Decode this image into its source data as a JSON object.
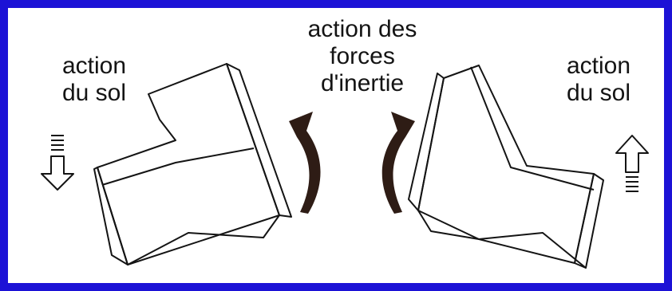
{
  "labels": {
    "left": [
      "action",
      "du sol"
    ],
    "center": [
      "action des",
      "forces",
      "d'inertie"
    ],
    "right": [
      "action",
      "du sol"
    ]
  },
  "colors": {
    "frame": "#1c12d6",
    "background": "#ffffff",
    "line": "#141414",
    "rotation_arrow": "#2e1c15"
  },
  "icons": {
    "left_arrow": "down-arrow-icon",
    "right_arrow": "up-arrow-icon",
    "left_rotation": "counterclockwise-arrow-icon",
    "right_rotation": "clockwise-arrow-icon"
  }
}
